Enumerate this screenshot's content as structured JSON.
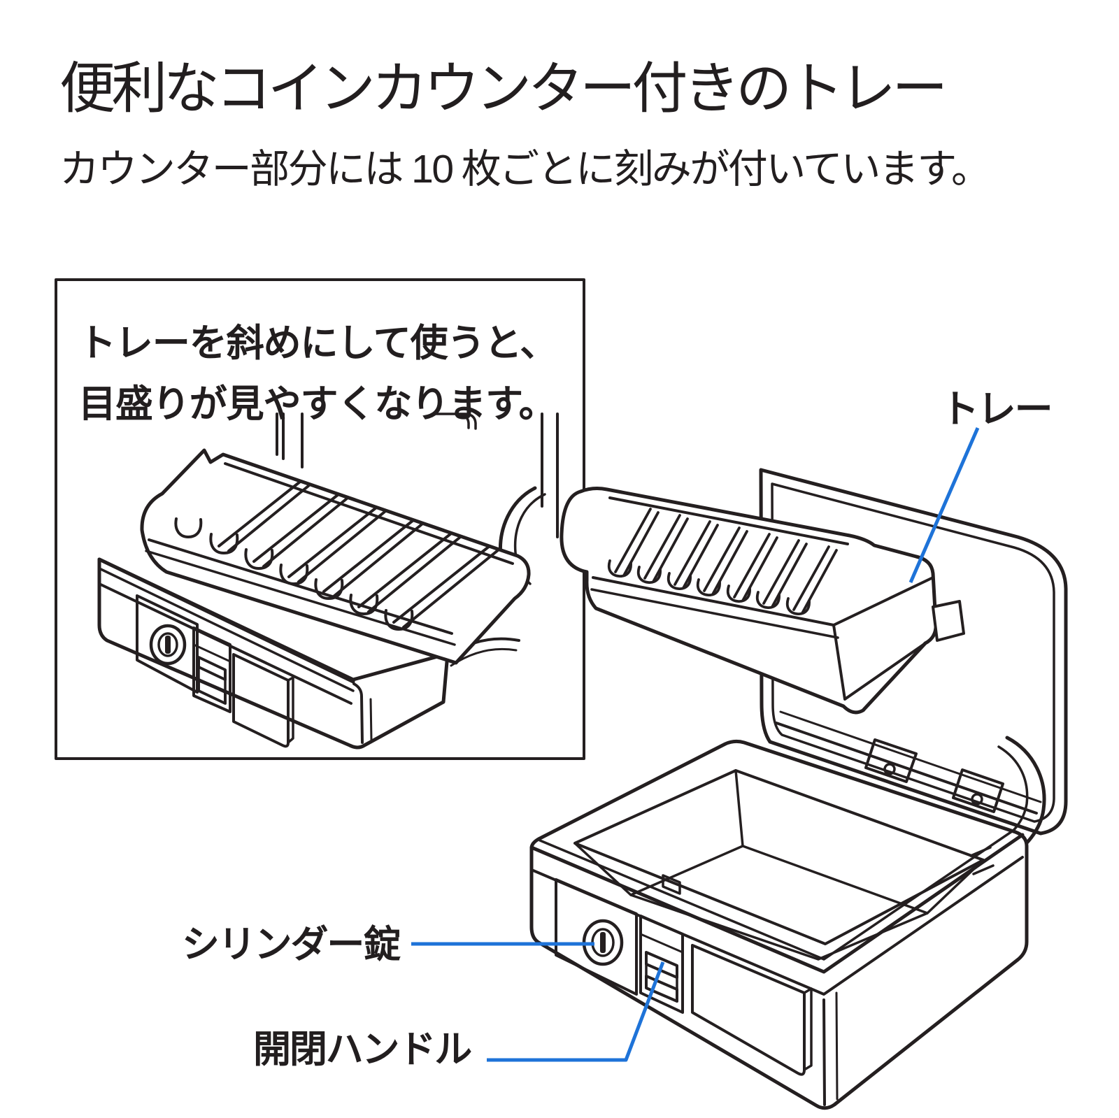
{
  "header": {
    "title": "便利なコインカウンター付きのトレー",
    "subtitle": "カウンター部分には 10 枚ごとに刻みが付いています。"
  },
  "inset_note": {
    "line1": "トレーを斜めにして使うと、",
    "line2": "目盛りが見やすくなります。"
  },
  "labels": {
    "tray": "トレー",
    "cylinder_lock": "シリンダー錠",
    "open_close_handle": "開閉ハンドル"
  },
  "colors": {
    "background": "#ffffff",
    "line_art": "#241f20",
    "text": "#221e1f",
    "leader_line": "#1e73d8"
  }
}
